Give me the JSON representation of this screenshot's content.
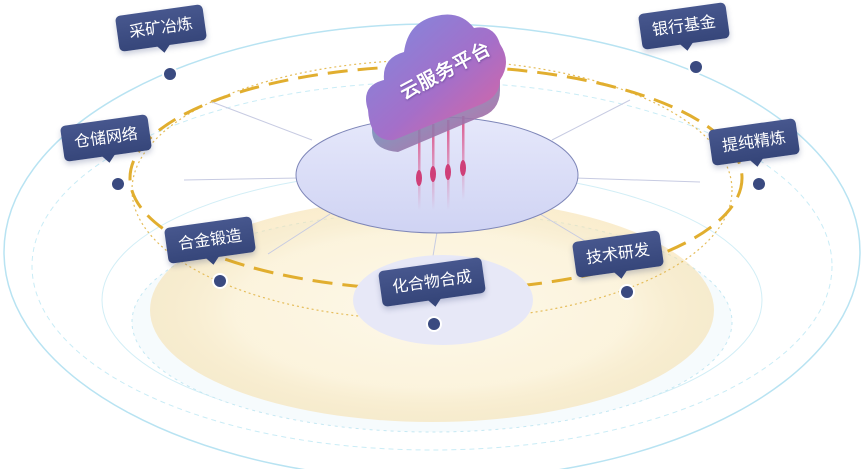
{
  "hub": {
    "label": "云服务平台"
  },
  "nodes": [
    {
      "id": "mining",
      "label": "采矿冶炼"
    },
    {
      "id": "storage",
      "label": "仓储网络"
    },
    {
      "id": "alloy",
      "label": "合金锻造"
    },
    {
      "id": "compound",
      "label": "化合物合成"
    },
    {
      "id": "research",
      "label": "技术研发"
    },
    {
      "id": "refining",
      "label": "提纯精炼"
    },
    {
      "id": "bank",
      "label": "银行基金"
    }
  ],
  "colors": {
    "tag": "#3d4d83",
    "ring": "#e2b133",
    "platform": "#d9dcf5",
    "cloud_start": "#6d7fd6",
    "cloud_end": "#e0609c"
  }
}
